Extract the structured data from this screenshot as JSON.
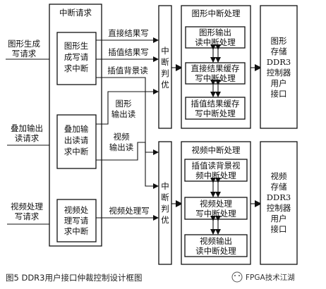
{
  "inputs": {
    "graphic_gen": [
      "图形生成",
      "写请求"
    ],
    "overlay": [
      "叠加输出",
      "读请求"
    ],
    "video_proc": [
      "视频处理",
      "写请求"
    ]
  },
  "interrupt_request": {
    "title": "中断请求",
    "boxes": [
      [
        "图形生",
        "成写请",
        "求中断"
      ],
      [
        "叠加输",
        "出读请",
        "求中断"
      ],
      [
        "视频处",
        "理写请",
        "求中断"
      ]
    ]
  },
  "signals": {
    "direct_write": "直接结果写",
    "interp_write": "插值结果写",
    "interp_bg_read": "插值背景读",
    "graphic_out_read": [
      "图形",
      "输出读"
    ],
    "video_out_read": [
      "视频",
      "输出读"
    ],
    "video_proc_write": "视频处理写"
  },
  "arbiter": {
    "top": [
      "中",
      "断",
      "判",
      "优"
    ],
    "bottom": [
      "中",
      "断",
      "判",
      "优"
    ]
  },
  "graphic_proc": {
    "title": "图形中断处理",
    "boxes": [
      [
        "图形输出",
        "读中断处理"
      ],
      [
        "直接结果缓存",
        "写中断处理"
      ],
      [
        "插值结果缓存",
        "写中断处理"
      ]
    ]
  },
  "video_proc": {
    "title": "视频中断处理",
    "boxes": [
      [
        "插值读背景视",
        "频中断处理"
      ],
      [
        "视频处理",
        "写中断处理"
      ],
      [
        "视频输出",
        "读中断处理"
      ]
    ]
  },
  "ddr": {
    "graphic": [
      "图形",
      "存储",
      "DDR3",
      "控制器",
      "用户",
      "接口"
    ],
    "video": [
      "视频",
      "存储",
      "DDR3",
      "控制器",
      "用户",
      "接口"
    ]
  },
  "caption": "图5 DDR3用户接口仲裁控制设计框图",
  "watermark": "FPGA技术江湖"
}
